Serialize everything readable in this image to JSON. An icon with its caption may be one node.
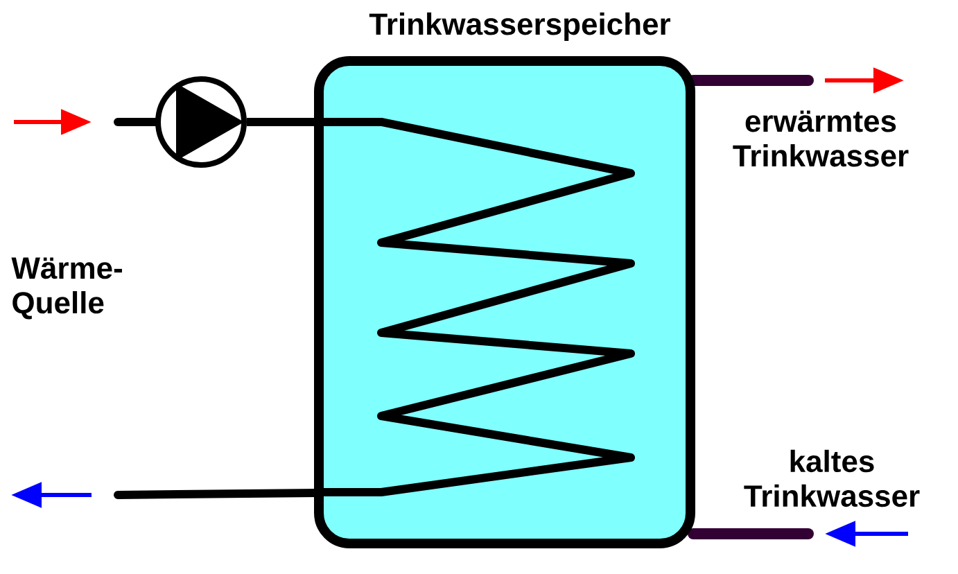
{
  "diagram": {
    "nodes": [
      {
        "text": [
          "Trinkwasserspeicher"
        ]
      },
      {
        "text": [],
        "shape": "circle"
      }
    ],
    "edges": [
      {
        "from": 1,
        "to": 0,
        "arrow": "none"
      }
    ],
    "labels": [
      "erwärmtes Trinkwasser",
      "Wärme- Quelle",
      "kaltes Trinkwasser"
    ]
  }
}
